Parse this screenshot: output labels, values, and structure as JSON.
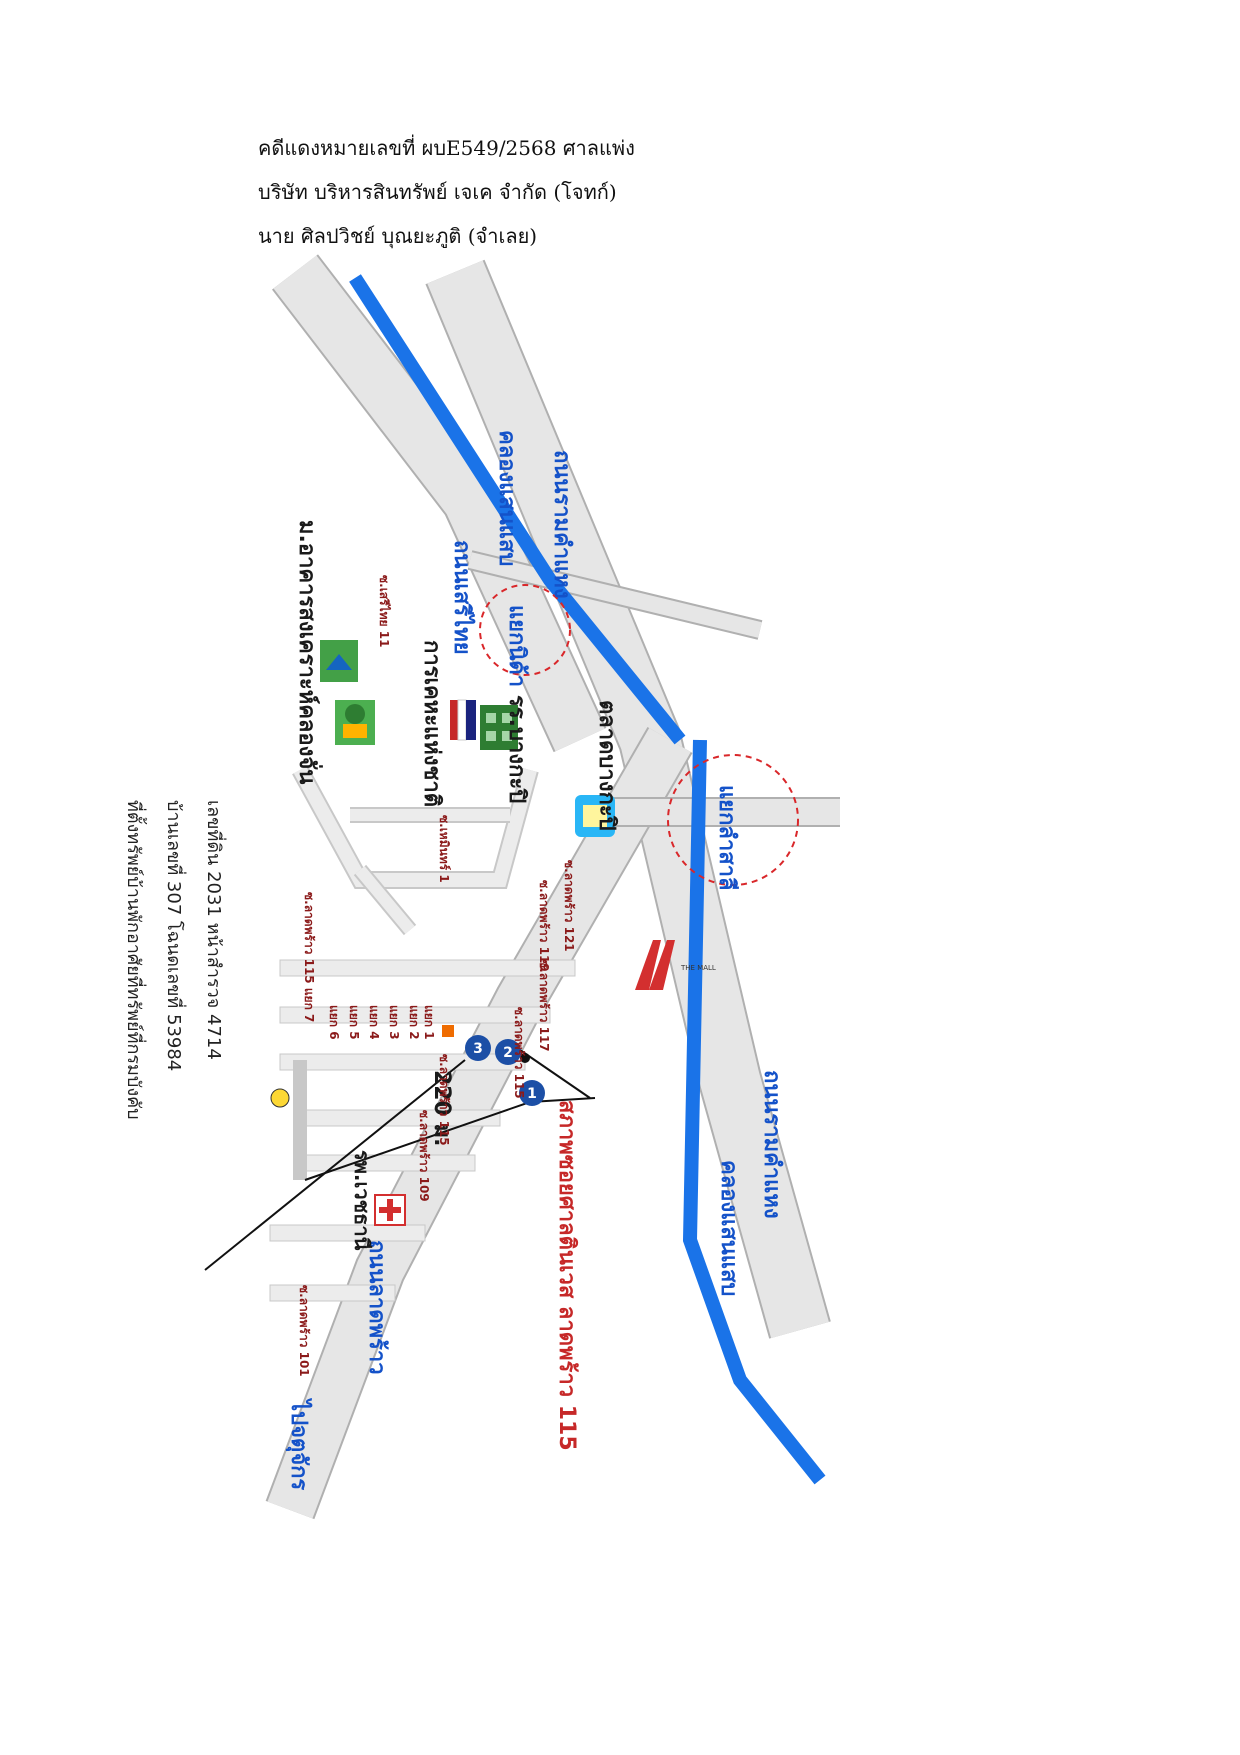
{
  "header": {
    "line1": "คดีแดงหมายเลขที่ ผบE549/2568  ศาลแพ่ง",
    "line2": "บริษัท บริหารสินทรัพย์ เจเค จำกัด   (โจทก์)",
    "line3": "นาย ศิลปวิชย์ บุณยะภูติ  (จำเลย)"
  },
  "handwritten_note": {
    "line1": "ที่ตั้งทรัพย์บ้านพักอาศัยที่ทรัพย์ที่กรมบังคับ",
    "line2": "บ้านเลขที่  307    โฉนดเลขที่   53984",
    "line3": "เลขที่ดิน   2031      หน้าสำรวจ   4714"
  },
  "map": {
    "roads": {
      "lat_phrao": "ถนนลาดพร้าว",
      "seri_thai": "ถนนเสรีไทย",
      "ramkhamhaeng": "ถนนรามคำแหง",
      "to_chatuchak": "ไปจตุจักร"
    },
    "canals": {
      "saen_saep_lower": "คลองแสนแสบ",
      "saen_saep_upper": "คลองแสนแสบ"
    },
    "intersections": [
      {
        "label": "แยกนิด้า"
      },
      {
        "label": "แยกลำสาลี"
      }
    ],
    "landmarks": {
      "community": "ม.อาคารสงเคราะห์คลองจั่น",
      "housing": "การเคหะแห่งชาติ",
      "school": "รร.บางกะปิ",
      "market": "ตลาดบางกะปิ",
      "hospital": "รพ.เวชธานี",
      "the_mall": "THE MALL"
    },
    "sois": {
      "soi101": "ซ.ลาดพร้าว 101",
      "soi109": "ซ.ลาดพร้าว 109",
      "soi115": "ซ.ลาดพร้าว 115",
      "soi115_b": "ซ.ลาดพร้าว 115",
      "soi117": "ซ.ลาดพร้าว 117",
      "soi119": "ซ.ลาดพร้าว 119",
      "soi121": "ซ.ลาดพร้าว 121",
      "soi115_7": "ซ.ลาดพร้าว 115 แยก 7",
      "seri_thai_11": "ซ.เสรีไทย 11",
      "hemin": "ซ.เหมินทร์ 1",
      "branch1": "แยก 1",
      "branch2": "แยก 2",
      "branch3": "แยก 3",
      "branch4": "แยก 4",
      "branch5": "แยก 5",
      "branch6": "แยก 6"
    },
    "distance": "220 ม.",
    "markers": [
      "1",
      "2",
      "3"
    ],
    "condition_label": "สภาพซอยศาลตินเวส  ลาดพร้าว  115",
    "colors": {
      "road_fill": "#e6e6e6",
      "road_edge": "#b0b0b0",
      "canal": "#1a73e8",
      "road_text": "#1452c9",
      "soi_text": "#8b1a1a",
      "landmark_text": "#1a1a1a",
      "dashed_circle": "#d9272a",
      "marker": "#1c4fa6",
      "condition_text": "#c62828"
    }
  }
}
